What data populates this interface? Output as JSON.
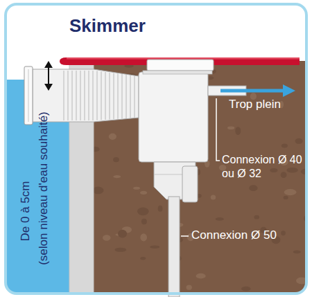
{
  "diagram": {
    "title": "Skimmer",
    "labels": [
      "Trop plein",
      "Connexion Ø 40 ou Ø 32",
      "Connexion Ø 50",
      "De 0 à 5cm",
      "(selon niveau d'eau souhaité)"
    ]
  }
}
